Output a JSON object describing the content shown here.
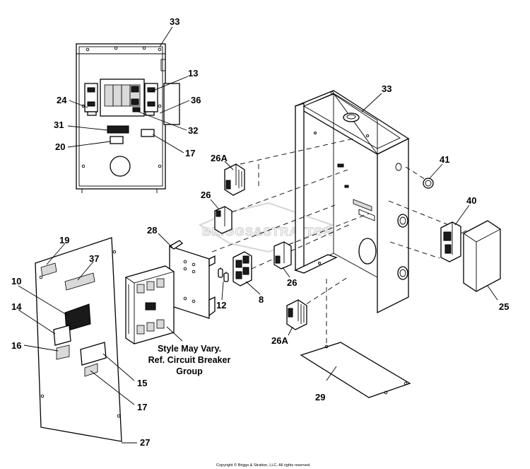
{
  "watermark": "BRIGGS&STRATTON",
  "callouts": {
    "c33_top": "33",
    "c33_box": "33",
    "c13": "13",
    "c24": "24",
    "c36": "36",
    "c31": "31",
    "c32": "32",
    "c20": "20",
    "c17_top": "17",
    "c26A_top": "26A",
    "c26": "26",
    "c41": "41",
    "c40": "40",
    "c28": "28",
    "c19": "19",
    "c37": "37",
    "c10": "10",
    "c14": "14",
    "c16": "16",
    "c15": "15",
    "c17_bottom": "17",
    "c27": "27",
    "c12": "12",
    "c8": "8",
    "c26_right": "26",
    "c26A_bottom": "26A",
    "c25": "25",
    "c29": "29"
  },
  "note": {
    "line1": "Style May Vary.",
    "line2": "Ref. Circuit Breaker",
    "line3": "Group"
  },
  "copyright": "Copyright © Briggs & Stratton, LLC. All rights reserved."
}
